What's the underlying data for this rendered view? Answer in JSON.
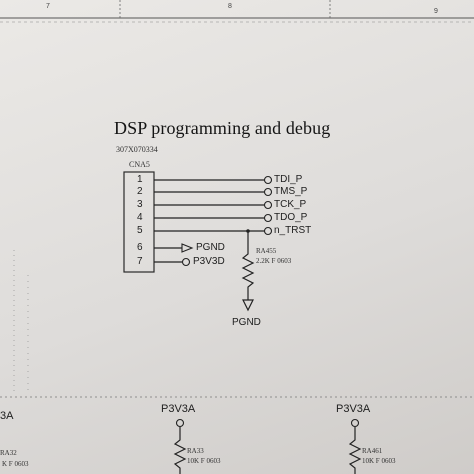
{
  "header": {
    "columns": [
      "7",
      "8",
      "9"
    ]
  },
  "section": {
    "title": "DSP programming and debug",
    "part_number": "307X070334",
    "connector_ref": "CNA5"
  },
  "connector": {
    "pins": [
      {
        "number": "1",
        "net": "TDI_P"
      },
      {
        "number": "2",
        "net": "TMS_P"
      },
      {
        "number": "3",
        "net": "TCK_P"
      },
      {
        "number": "4",
        "net": "TDO_P"
      },
      {
        "number": "5",
        "net": "n_TRST"
      },
      {
        "number": "6",
        "net": "PGND"
      },
      {
        "number": "7",
        "net": "P3V3D"
      }
    ]
  },
  "resistor_ra455": {
    "ref": "RA455",
    "value": "2.2K F 0603",
    "ground": "PGND"
  },
  "bottom": {
    "left_ref": "RA32",
    "left_value": "K F 0603",
    "left_partial": "3A",
    "mid_rail": "P3V3A",
    "mid_ref": "RA33",
    "mid_value": "10K F 0603",
    "right_rail": "P3V3A",
    "right_ref": "RA461",
    "right_value": "10K F 0603"
  }
}
